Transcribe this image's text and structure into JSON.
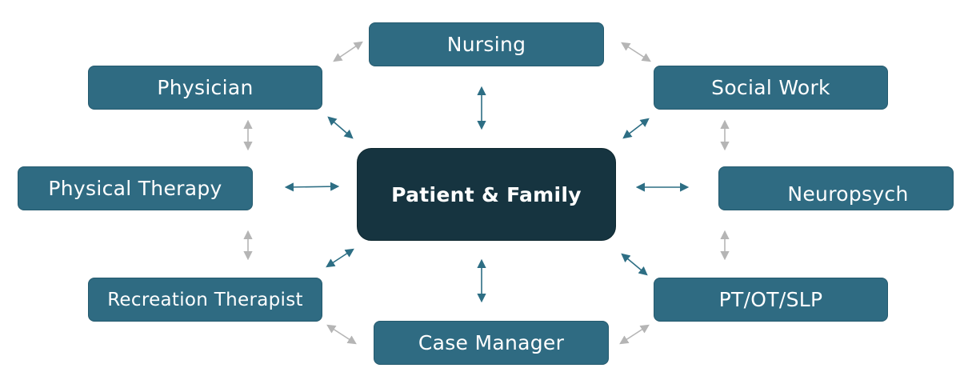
{
  "diagram": {
    "center": {
      "label": "Patient & Family"
    },
    "nodes": {
      "nursing": "Nursing",
      "physician": "Physician",
      "social_work": "Social Work",
      "physical_therapy": "Physical Therapy",
      "neuropsych": "Neuropsych",
      "recreation_therapist": "Recreation Therapist",
      "pt_ot_slp": "PT/OT/SLP",
      "case_manager": "Case Manager"
    },
    "colors": {
      "node_fill": "#2f6b82",
      "center_fill": "#163440",
      "center_arrow": "#2d6e84",
      "peer_arrow": "#b5b5b5"
    }
  }
}
